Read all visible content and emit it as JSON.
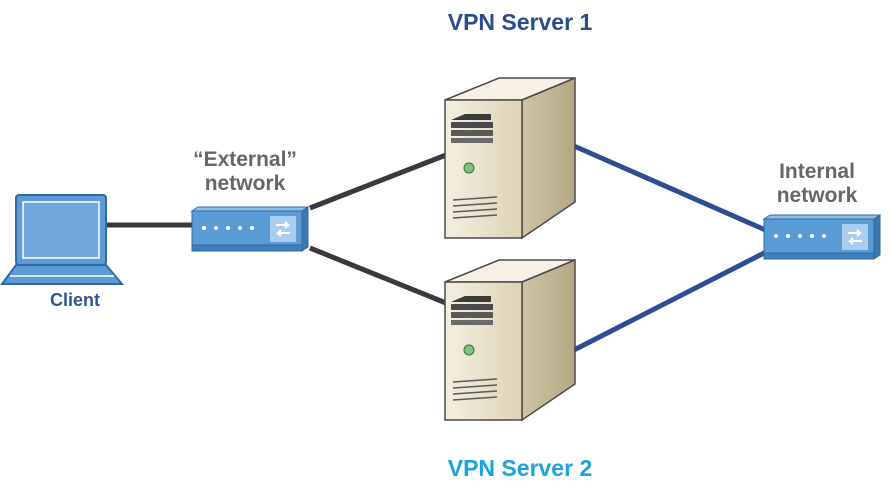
{
  "colors": {
    "vpn1_label": "#2b4c8c",
    "vpn2_label": "#1aa3dd",
    "network_label": "#666666",
    "client_label": "#2f5597",
    "external_link": "#3a3a3a",
    "internal_link": "#2d4e93",
    "device_fill": "#5b9bd5",
    "server_face": "#e8dfc6"
  },
  "labels": {
    "vpn_server_1": "VPN Server 1",
    "vpn_server_2": "VPN Server 2",
    "external_network_line1": "“External”",
    "external_network_line2": "network",
    "internal_network_line1": "Internal",
    "internal_network_line2": "network",
    "client": "Client"
  },
  "icons": {
    "client": "laptop-icon",
    "external_network": "network-switch-icon",
    "internal_network": "network-switch-icon",
    "vpn_server_1": "tower-server-icon",
    "vpn_server_2": "tower-server-icon"
  }
}
